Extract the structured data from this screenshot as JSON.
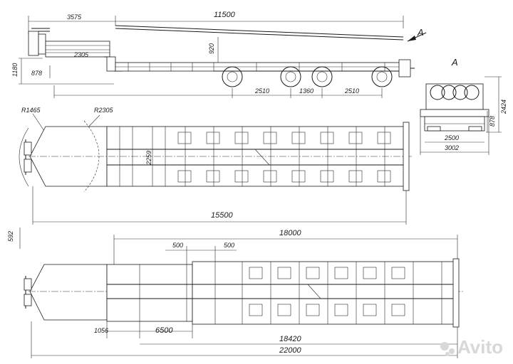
{
  "view_label": "A",
  "side_view": {
    "overall_length": "11500",
    "gooseneck_length": "3575",
    "height_total": "1180",
    "height_rear": "878",
    "deck_height": "920",
    "overhang": "2305",
    "axle_spacing_1": "2510",
    "axle_spacing_2": "1360",
    "axle_spacing_3": "2510"
  },
  "end_view": {
    "height_total": "2424",
    "height_deck": "878",
    "width_wheels": "2500",
    "width_total": "3002"
  },
  "top_view": {
    "radius_front": "R1465",
    "radius_swing": "R2305",
    "inner_width": "2259",
    "overall_length": "15500"
  },
  "extended_view": {
    "side_mark": "592",
    "extended_length": "18000",
    "ext_gap_1": "500",
    "ext_gap_2": "500",
    "deck_offset": "1056",
    "insert_length": "6500",
    "frame_length": "18420",
    "total_length": "22000"
  },
  "watermark": "Avito"
}
